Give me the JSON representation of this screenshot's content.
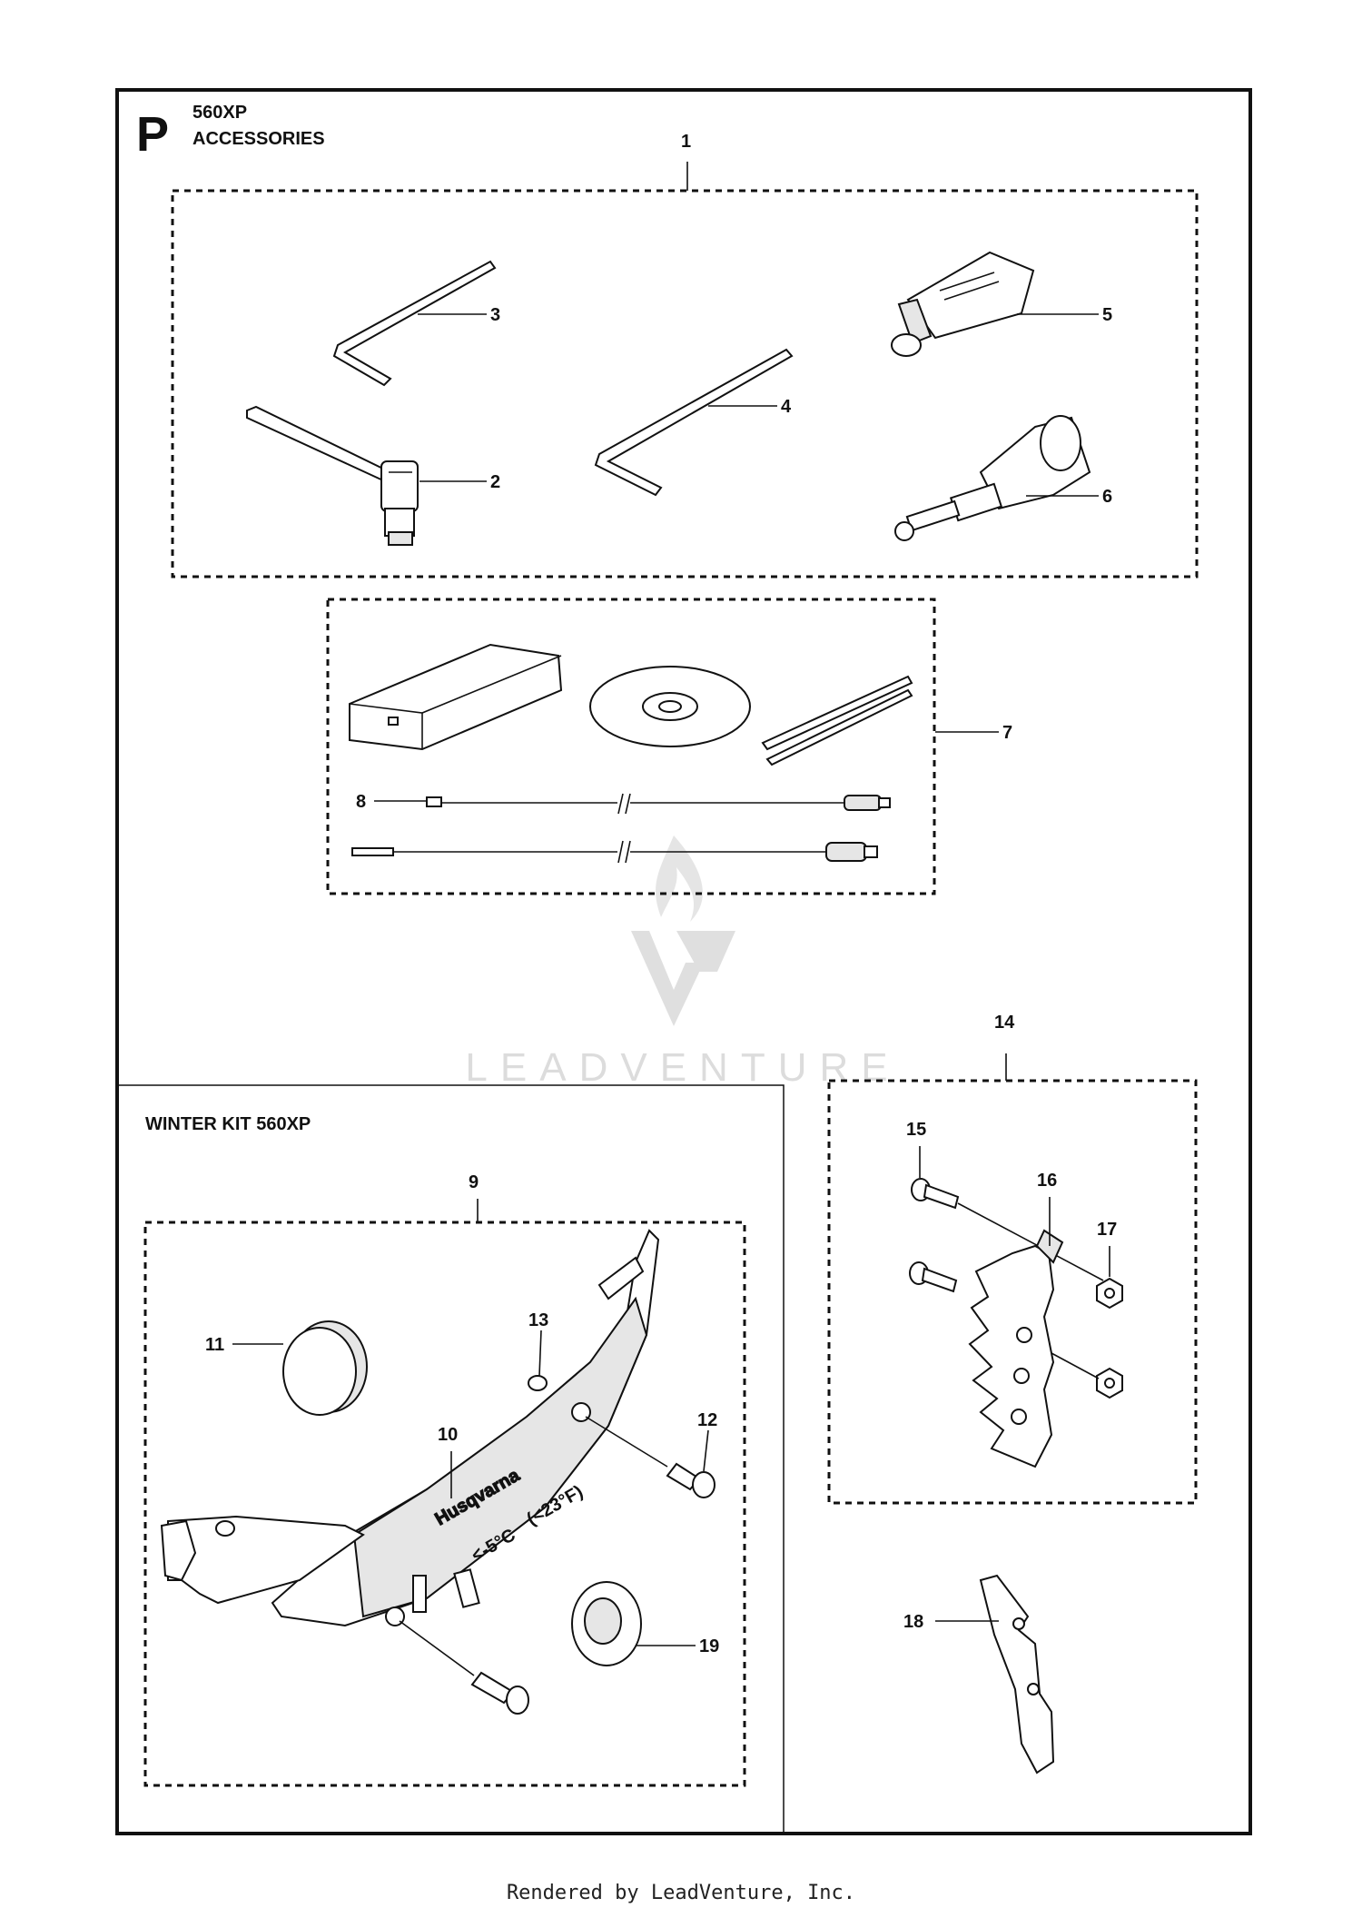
{
  "header": {
    "section_letter": "P",
    "model": "560XP",
    "title": "ACCESSORIES"
  },
  "winter_kit": {
    "title": "WINTER KIT 560XP"
  },
  "callouts": {
    "c1": "1",
    "c2": "2",
    "c3": "3",
    "c4": "4",
    "c5": "5",
    "c6": "6",
    "c7": "7",
    "c8": "8",
    "c9": "9",
    "c10": "10",
    "c11": "11",
    "c12": "12",
    "c13": "13",
    "c14": "14",
    "c15": "15",
    "c16": "16",
    "c17": "17",
    "c18": "18",
    "c19": "19"
  },
  "cover_text": {
    "brand": "Husqvarna",
    "temp_c": "<-5°C",
    "temp_f": "(<23°F)"
  },
  "watermark": {
    "text": "LEADVENTURE"
  },
  "footer": {
    "text": "Rendered by LeadVenture, Inc."
  }
}
